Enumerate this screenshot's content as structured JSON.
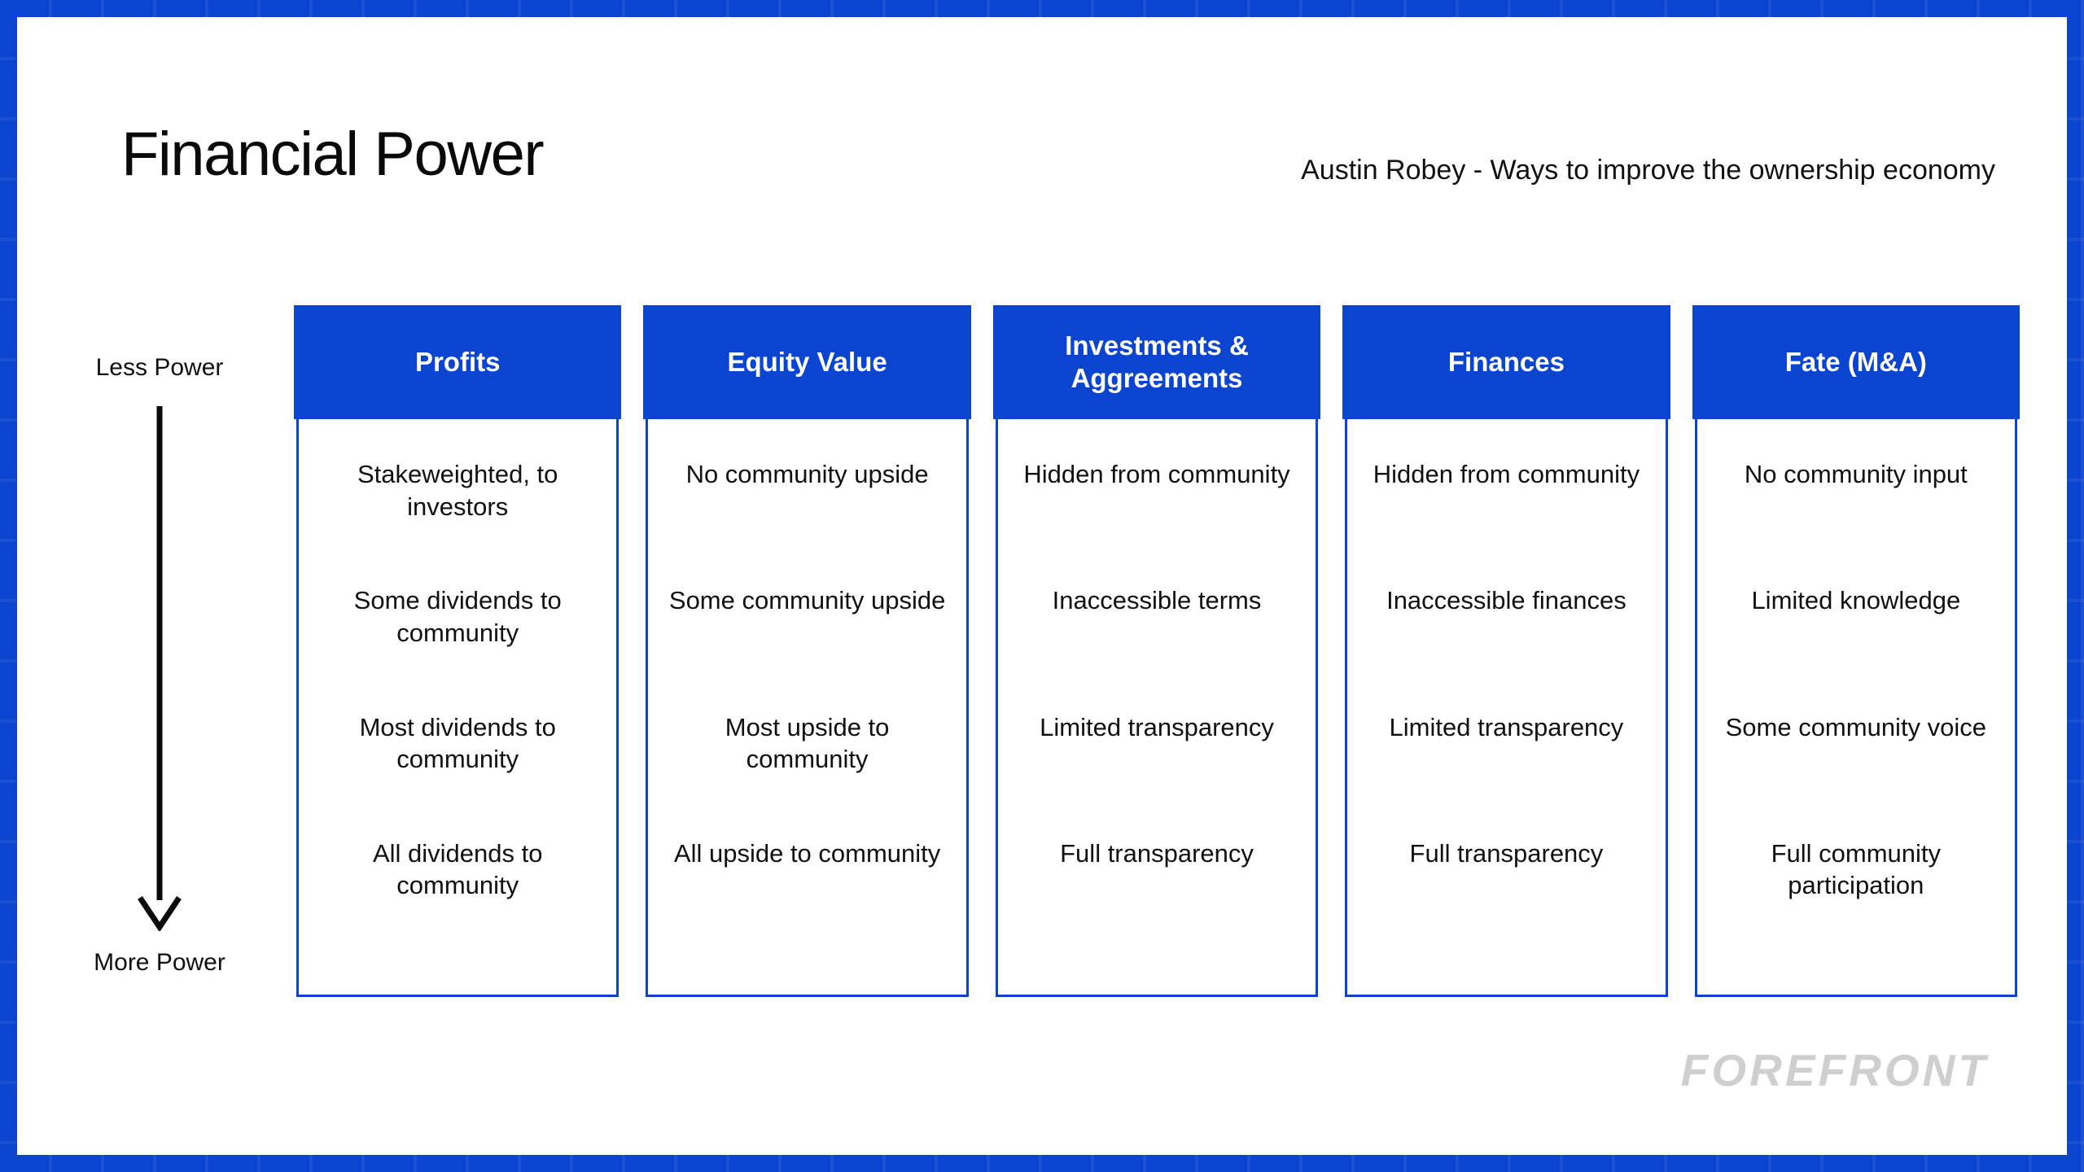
{
  "slide": {
    "title": "Financial Power",
    "subtitle": "Austin Robey - Ways to improve the ownership economy",
    "logo": "FOREFRONT"
  },
  "colors": {
    "brand_blue": "#0B44CE",
    "canvas": "#ffffff",
    "text": "#111111",
    "logo_gray": "#cfcfcf"
  },
  "power_axis": {
    "top_label": "Less Power",
    "bottom_label": "More Power",
    "direction": "downward"
  },
  "table": {
    "headers": [
      "Profits",
      "Equity Value",
      "Investments &\nAggreements",
      "Finances",
      "Fate (M&A)"
    ],
    "columns": [
      {
        "header": "Profits",
        "cells": [
          "Stakeweighted, to investors",
          "Some dividends to community",
          "Most dividends to community",
          "All dividends to community"
        ]
      },
      {
        "header": "Equity Value",
        "cells": [
          "No community upside",
          "Some community upside",
          "Most upside to community",
          "All upside to community"
        ]
      },
      {
        "header": "Investments & Aggreements",
        "cells": [
          "Hidden from community",
          "Inaccessible terms",
          "Limited transparency",
          "Full transparency"
        ]
      },
      {
        "header": "Finances",
        "cells": [
          "Hidden from community",
          "Inaccessible finances",
          "Limited transparency",
          "Full transparency"
        ]
      },
      {
        "header": "Fate (M&A)",
        "cells": [
          "No community input",
          "Limited knowledge",
          "Some community voice",
          "Full community participation"
        ]
      }
    ]
  }
}
